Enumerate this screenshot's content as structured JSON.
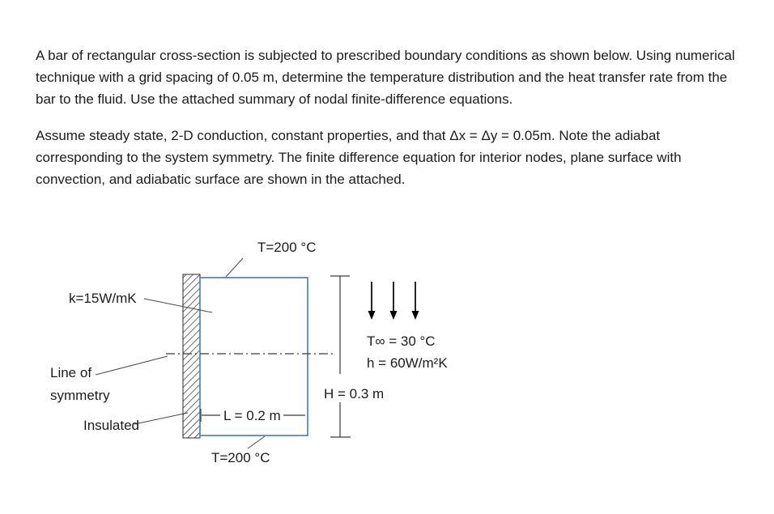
{
  "document": {
    "paragraph1": "A bar of rectangular cross-section is subjected to prescribed boundary conditions as shown below. Using numerical technique with a grid spacing of 0.05 m, determine the temperature distribution and the heat transfer rate from the bar to the fluid. Use the attached summary of nodal finite-difference equations.",
    "paragraph2": "Assume steady state, 2-D conduction, constant properties, and that Δx = Δy = 0.05m. Note the adiabat corresponding to the system symmetry. The finite difference equation for interior nodes, plane surface with convection, and adiabatic surface are shown in the attached."
  },
  "diagram": {
    "top_surface_temp": "T=200 °C",
    "bottom_surface_temp": "T=200 °C",
    "conductivity": "k=15W/mK",
    "symmetry_line1": "Line of",
    "symmetry_line2": "symmetry",
    "insulated": "Insulated",
    "width_dim": "L = 0.2 m",
    "height_dim": "H = 0.3 m",
    "fluid_temp": "T∞ = 30 °C",
    "convection_coeff": "h = 60W/m²K",
    "colors": {
      "bar_outline": "#4f81bd",
      "line": "#3a3a3a",
      "text": "#1c1c1c"
    }
  }
}
